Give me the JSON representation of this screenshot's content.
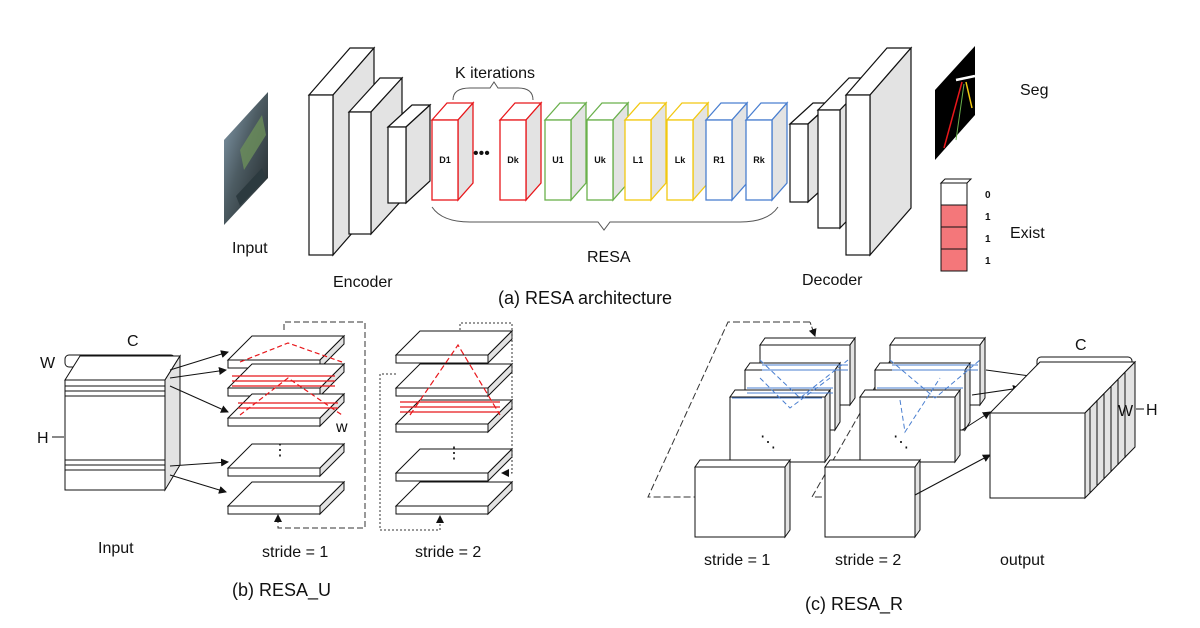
{
  "part_a": {
    "caption": "(a) RESA architecture",
    "input_label": "Input",
    "encoder_label": "Encoder",
    "decoder_label": "Decoder",
    "k_iterations_label": "K iterations",
    "resa_label": "RESA",
    "ellipsis": "•••",
    "seg_label": "Seg",
    "exist_label": "Exist",
    "exist_values": [
      "0",
      "1",
      "1",
      "1"
    ],
    "blocks": [
      {
        "label": "D1",
        "color": "#e8171b"
      },
      {
        "label": "Dk",
        "color": "#e8171b"
      },
      {
        "label": "U1",
        "color": "#6ab04c"
      },
      {
        "label": "Uk",
        "color": "#6ab04c"
      },
      {
        "label": "L1",
        "color": "#f2c811"
      },
      {
        "label": "Lk",
        "color": "#f2c811"
      },
      {
        "label": "R1",
        "color": "#4a7fd0"
      },
      {
        "label": "Rk",
        "color": "#4a7fd0"
      }
    ]
  },
  "part_b": {
    "caption": "(b) RESA_U",
    "input_label": "Input",
    "c_label": "C",
    "w_label": "W",
    "h_label": "H",
    "w_small_label": "w",
    "stride1_label": "stride = 1",
    "stride2_label": "stride = 2",
    "vdots": "⋮"
  },
  "part_c": {
    "caption": "(c) RESA_R",
    "stride1_label": "stride = 1",
    "stride2_label": "stride = 2",
    "output_label": "output",
    "c_label": "C",
    "w_label": "W",
    "h_label": "H",
    "vdots": "⋱"
  },
  "colors": {
    "red": "#e8171b",
    "green": "#6ab04c",
    "yellow": "#f2c811",
    "blue": "#4a7fd0",
    "exist_fill": "#f4777a"
  }
}
